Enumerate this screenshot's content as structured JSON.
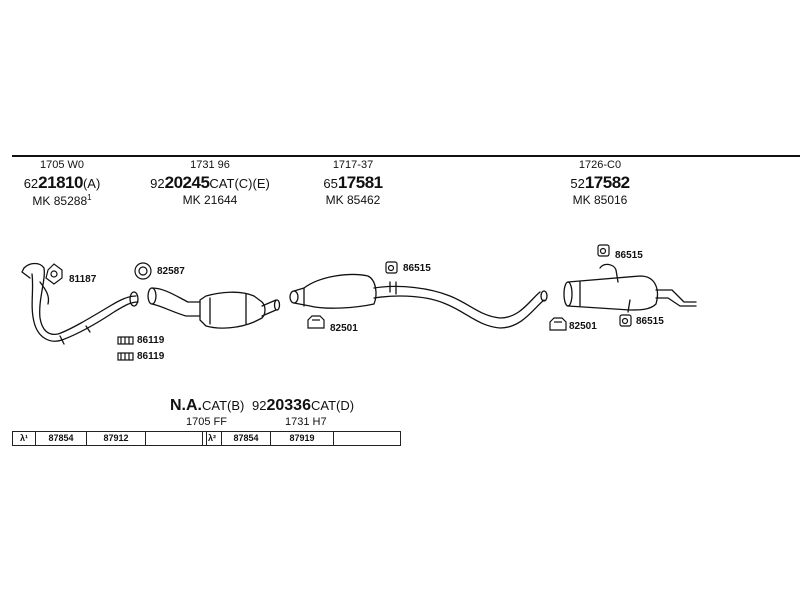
{
  "columns": [
    {
      "code": "1705 W0",
      "prefix": "62",
      "number": "21810",
      "suffix": "(A)",
      "mk": "MK 85288",
      "note": "1"
    },
    {
      "code": "1731 96",
      "prefix": "92",
      "number": "20245",
      "suffix": "CAT(C)(E)",
      "mk": "MK 21644",
      "note": ""
    },
    {
      "code": "1717-37",
      "prefix": "65",
      "number": "17581",
      "suffix": "",
      "mk": "MK 85462",
      "note": ""
    },
    {
      "code": "1726-C0",
      "prefix": "52",
      "number": "17582",
      "suffix": "",
      "mk": "MK 85016",
      "note": ""
    }
  ],
  "part_labels": {
    "p81187": "81187",
    "p82587": "82587",
    "p86119a": "86119",
    "p86119b": "86119",
    "p86515a": "86515",
    "p82501a": "82501",
    "p86515b": "86515",
    "p82501b": "82501",
    "p86515c": "86515"
  },
  "bottom": {
    "na_bold": "N.A.",
    "na_suffix": "CAT(B)",
    "prefix": "92",
    "number": "20336",
    "suffix": "CAT(D)",
    "code_left": "1705 FF",
    "code_right": "1731 H7"
  },
  "table": {
    "row1": {
      "lambda": "λ¹",
      "c1": "87854",
      "c2": "87912",
      "c3": ""
    },
    "row2": {
      "lambda": "λ²",
      "c1": "87854",
      "c2": "87919",
      "c3": ""
    }
  }
}
